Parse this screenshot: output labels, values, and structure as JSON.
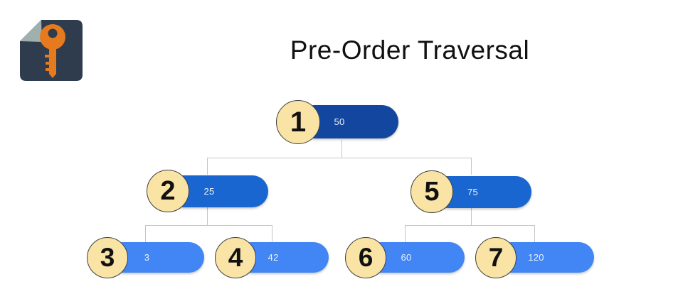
{
  "title": "Pre-Order Traversal",
  "logo": {
    "icon": "key-icon"
  },
  "colors": {
    "level1": "#13479f",
    "level2": "#1a66d0",
    "level3": "#4285f4",
    "badge-fill": "#f9e3a5",
    "badge-border": "#3f3f3f",
    "badge-text": "#111111",
    "connector": "#c5c5c5",
    "pill-text": "#eef1f4",
    "title-text": "#111111",
    "logo-bg": "#2e3c4d",
    "logo-fold": "#9fb0af",
    "logo-key": "#e67a1e"
  },
  "tree": {
    "traversal_type": "pre-order",
    "nodes": [
      {
        "order": "1",
        "value": "50",
        "level": 1
      },
      {
        "order": "2",
        "value": "25",
        "level": 2
      },
      {
        "order": "3",
        "value": "3",
        "level": 3
      },
      {
        "order": "4",
        "value": "42",
        "level": 3
      },
      {
        "order": "5",
        "value": "75",
        "level": 2
      },
      {
        "order": "6",
        "value": "60",
        "level": 3
      },
      {
        "order": "7",
        "value": "120",
        "level": 3
      }
    ],
    "edges": [
      [
        "50",
        "25"
      ],
      [
        "50",
        "75"
      ],
      [
        "25",
        "3"
      ],
      [
        "25",
        "42"
      ],
      [
        "75",
        "60"
      ],
      [
        "75",
        "120"
      ]
    ]
  }
}
